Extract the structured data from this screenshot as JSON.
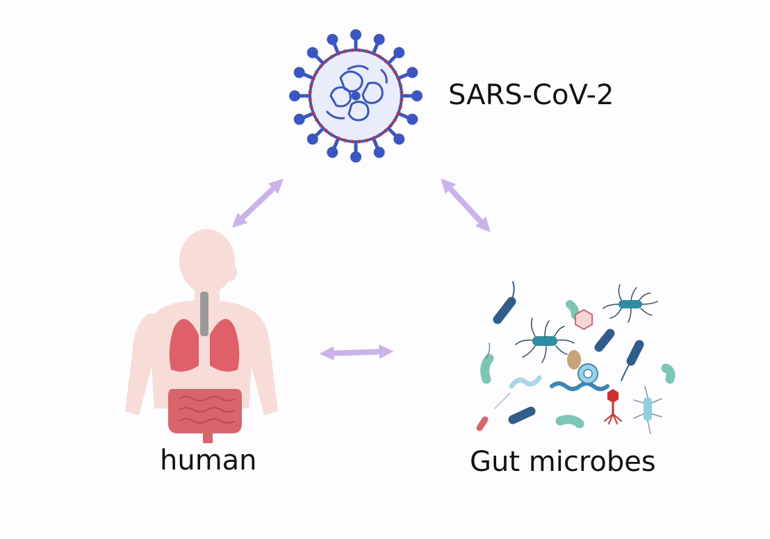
{
  "labels": {
    "virus": "SARS-CoV-2",
    "human": "human",
    "microbes": "Gut microbes"
  },
  "colors": {
    "arrow": "#c9b3ea",
    "virus_spike": "#3a55c4",
    "virus_envelope": "#e9edf9",
    "virus_membrane_dot": "#b8344e",
    "body_skin": "#f7dcd7",
    "lungs": "#e0606a",
    "trachea": "#9a9a9a",
    "intestine": "#d9646c",
    "bacteria_dark": "#2f5d8c",
    "bacteria_teal": "#2b8ea3",
    "bacteria_mint": "#7cc6b6",
    "bacteria_light": "#a9d7e6",
    "phage_red": "#d2302c"
  },
  "icons": [
    "coronavirus-icon",
    "human-body-icon",
    "gut-microbes-icon",
    "bidirectional-arrow-icon"
  ]
}
